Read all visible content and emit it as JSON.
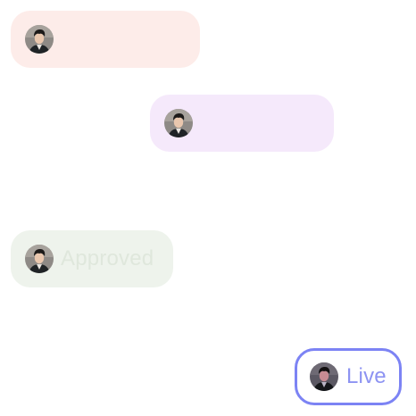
{
  "chips": [
    {
      "label": "",
      "background": "#fdece9",
      "text_color": "#f2c2bc",
      "avatar": "person-avatar"
    },
    {
      "label": "",
      "background": "#f5e9fb",
      "text_color": "#e2c5f0",
      "avatar": "person-avatar"
    },
    {
      "label": "Approved",
      "background": "#eef3ec",
      "text_color": "#dfe7dc",
      "avatar": "person-avatar"
    },
    {
      "label": "Live",
      "background": "#ffffff",
      "text_color": "#8d93f2",
      "border_color": "#7c83f4",
      "avatar": "person-avatar"
    }
  ]
}
